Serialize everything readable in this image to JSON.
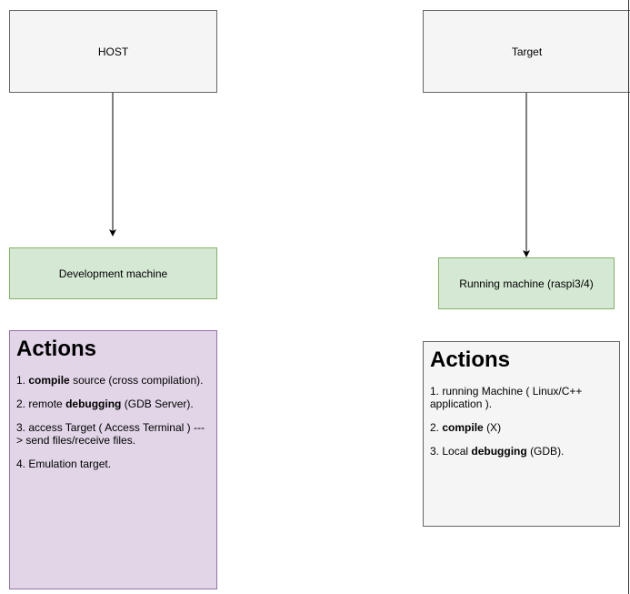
{
  "host": {
    "title": "HOST",
    "machine": "Development machine",
    "actions": {
      "heading": "Actions",
      "items": [
        {
          "num": "1.",
          "bold": "compile",
          "rest": "source (cross compilation)."
        },
        {
          "num": "2.",
          "pre": "remote",
          "bold": "debugging",
          "rest": "(GDB Server)."
        },
        {
          "text": "3. access Target ( Access Terminal ) ---> send files/receive files."
        },
        {
          "text": "4. Emulation target."
        }
      ]
    }
  },
  "target": {
    "title": "Target",
    "machine": "Running machine (raspi3/4)",
    "actions": {
      "heading": "Actions",
      "items": [
        {
          "text": "1. running Machine ( Linux/C++ application )."
        },
        {
          "num": "2.",
          "bold": "compile",
          "rest": "(X)"
        },
        {
          "num": "3.",
          "pre": "Local",
          "bold": "debugging",
          "rest": "(GDB)."
        }
      ]
    }
  },
  "colors": {
    "gray_fill": "#f5f5f5",
    "gray_stroke": "#666666",
    "green_fill": "#d5e8d4",
    "green_stroke": "#82b366",
    "purple_fill": "#e1d5e7",
    "purple_stroke": "#9673a6"
  }
}
